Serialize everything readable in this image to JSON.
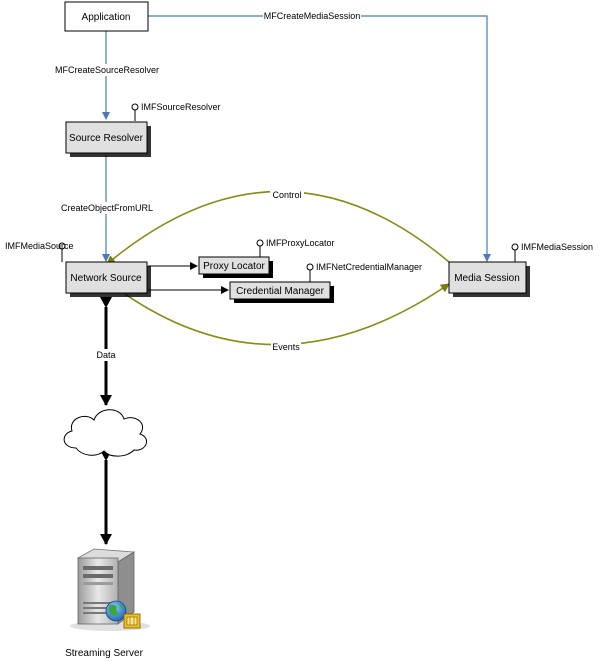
{
  "nodes": {
    "application": "Application",
    "source_resolver": "Source Resolver",
    "network_source": "Network Source",
    "proxy_locator": "Proxy Locator",
    "credential_manager": "Credential Manager",
    "media_session": "Media Session",
    "streaming_server": "Streaming Server"
  },
  "interfaces": {
    "source_resolver": "IMFSourceResolver",
    "media_source": "IMFMediaSource",
    "proxy_locator": "IMFProxyLocator",
    "credential_manager": "IMFNetCredentialManager",
    "media_session": "IMFMediaSession"
  },
  "edges": {
    "create_media_session": "MFCreateMediaSession",
    "create_source_resolver": "MFCreateSourceResolver",
    "create_object_from_url": "CreateObjectFromURL",
    "control": "Control",
    "events": "Events",
    "data": "Data"
  },
  "colors": {
    "call_arrow": "#4a7ab8",
    "control_arc": "#8a8a1a",
    "box_fill": "#e0e0e0",
    "data_arrow": "#000000"
  }
}
